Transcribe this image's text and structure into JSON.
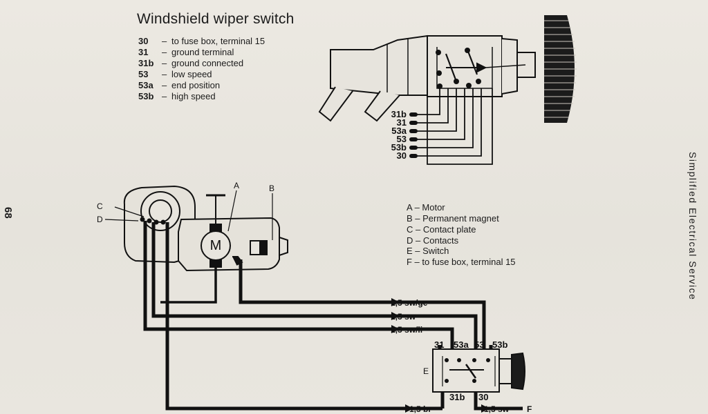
{
  "title": "Windshield wiper switch",
  "side_title": "Simplified Electrical Service",
  "page_number": "68",
  "codes": [
    {
      "code": "30",
      "dash": "–",
      "desc": "to fuse box, terminal 15"
    },
    {
      "code": "31",
      "dash": "–",
      "desc": "ground terminal"
    },
    {
      "code": "31b",
      "dash": "–",
      "desc": "ground connected"
    },
    {
      "code": "53",
      "dash": "–",
      "desc": "low speed"
    },
    {
      "code": "53a",
      "dash": "–",
      "desc": "end position"
    },
    {
      "code": "53b",
      "dash": "–",
      "desc": "high speed"
    }
  ],
  "legend": [
    "A – Motor",
    "B – Permanent magnet",
    "C – Contact plate",
    "D – Contacts",
    "E – Switch",
    "F – to fuse box, terminal 15"
  ],
  "switch_terminals": [
    "31b",
    "31",
    "53a",
    "53",
    "53b",
    "30"
  ],
  "motor_symbol": "M",
  "letters": {
    "a": "A",
    "b": "B",
    "c": "C",
    "d": "D",
    "e": "E",
    "f": "F"
  },
  "wires": {
    "w1": "1,5 sw/ge",
    "w2": "1,5 sw",
    "w3": "1,5 sw/li",
    "w4": "1,5 br",
    "w5": "1,5 sw"
  },
  "switch_top_terms": [
    "31",
    "53a",
    "53",
    "53b"
  ],
  "switch_bottom_terms": [
    "31b",
    "30"
  ],
  "colors": {
    "ink": "#111111",
    "paper": "#e9e6df"
  }
}
